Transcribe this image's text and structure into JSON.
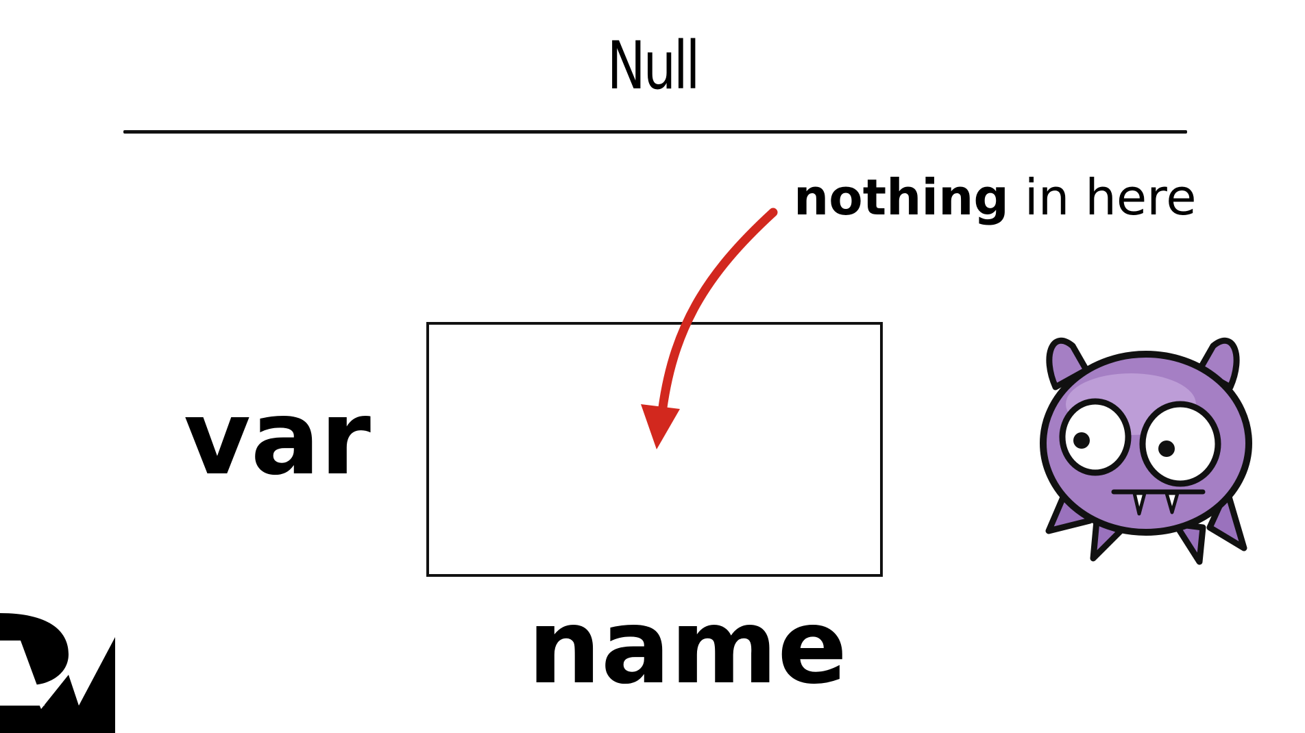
{
  "slide": {
    "title": "Null",
    "annotation_bold": "nothing",
    "annotation_rest": " in here",
    "keyword": "var",
    "variable_name": "name"
  },
  "colors": {
    "arrow": "#d2281e",
    "monster_body": "#a57fc4",
    "monster_outline": "#111111"
  },
  "icons": {
    "mascot": "purple-monster-icon",
    "logo": "raywenderlich-logo"
  }
}
